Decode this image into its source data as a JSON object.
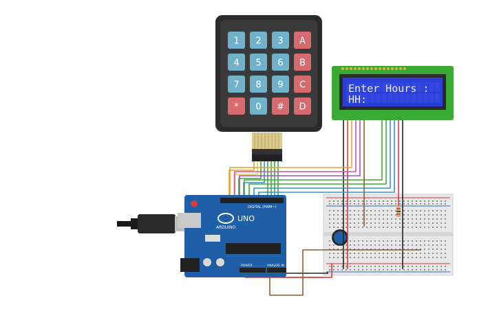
{
  "keypad": {
    "rows": [
      [
        "1",
        "2",
        "3",
        "A"
      ],
      [
        "4",
        "5",
        "6",
        "B"
      ],
      [
        "7",
        "8",
        "9",
        "C"
      ],
      [
        "*",
        "0",
        "#",
        "D"
      ]
    ],
    "colors": {
      "number": "#6fb2c9",
      "letter": "#d66a6f",
      "special": "#d66a6f"
    }
  },
  "lcd": {
    "line1": "Enter Hours :",
    "line2": "HH:",
    "screen_color": "#2b3ed8",
    "pcb_color": "#3aaa35"
  },
  "arduino": {
    "logo_text": "ARDUINO",
    "model": "UNO",
    "digital_label": "DIGITAL (PWM~)",
    "power_label": "POWER",
    "analog_label": "ANALOG IN",
    "board_color": "#1f5fa8"
  },
  "wire_colors": {
    "orange": "#e8a12a",
    "yellow": "#e6d23a",
    "green": "#3aaa35",
    "blue": "#2f8fd6",
    "purple": "#9b4fd6",
    "red": "#d63a3a",
    "black": "#222222",
    "brown": "#8a5a2b",
    "pink": "#e04fa0"
  }
}
